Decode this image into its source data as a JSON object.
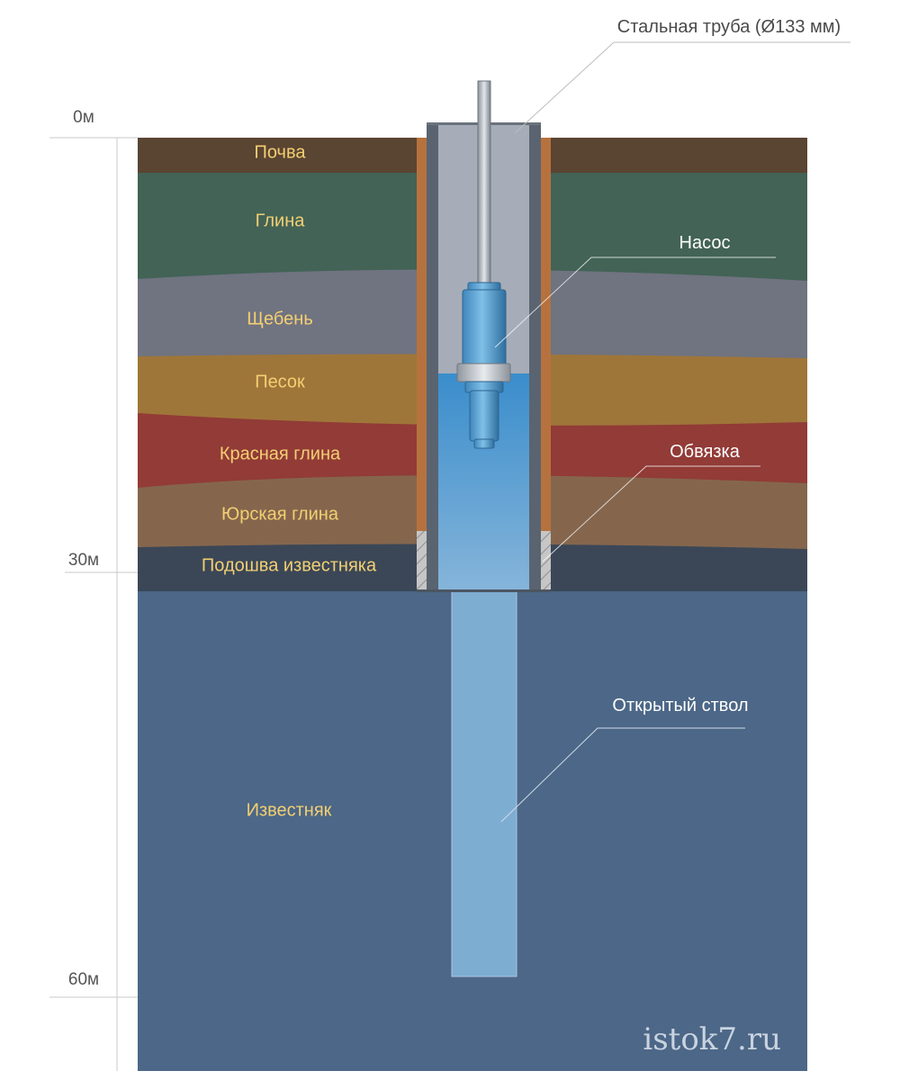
{
  "colors": {
    "soil": "#5a4432",
    "clay": "#426356",
    "gravel": "#707380",
    "sand": "#9f7639",
    "red_clay": "#923b37",
    "jurassic_clay": "#85664d",
    "limestone_base": "#3b4757",
    "limestone": "#4c6787",
    "layer_text": "#f3cf72",
    "casing": "#5a6470",
    "pipe_inner": "#a6adb8",
    "conductor": "#b6723e",
    "water": "#3f8fcc",
    "open_bore": "#7eadd2",
    "pump": "#4d9bcf"
  },
  "scale": {
    "marks": [
      "0м",
      "30м",
      "60м"
    ]
  },
  "layers": [
    {
      "id": "soil",
      "label": "Почва"
    },
    {
      "id": "clay",
      "label": "Глина"
    },
    {
      "id": "gravel",
      "label": "Щебень"
    },
    {
      "id": "sand",
      "label": "Песок"
    },
    {
      "id": "red_clay",
      "label": "Красная глина"
    },
    {
      "id": "jurassic_clay",
      "label": "Юрская глина"
    },
    {
      "id": "limestone_base",
      "label": "Подошва известняка"
    },
    {
      "id": "limestone",
      "label": "Известняк"
    }
  ],
  "callouts": {
    "steel_pipe": "Стальная труба (Ø133 мм)",
    "pump": "Насос",
    "grouting": "Обвязка",
    "open_bore": "Открытый ствол"
  },
  "watermark": "istok7.ru"
}
